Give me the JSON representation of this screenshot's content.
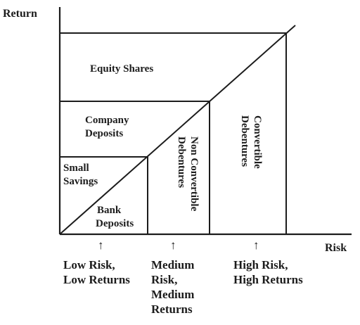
{
  "axes": {
    "y_title": "Return",
    "x_title": "Risk"
  },
  "regions": {
    "equity_shares": "Equity Shares",
    "company_deposits": [
      "Company",
      "Deposits"
    ],
    "small_savings": [
      "Small",
      "Savings"
    ],
    "bank_deposits": [
      "Bank",
      "Deposits"
    ],
    "non_convertible_debentures": [
      "Non Convertible",
      "Debentures"
    ],
    "convertible_debentures": [
      "Convertible",
      "Debentures"
    ]
  },
  "categories": {
    "low": [
      "Low Risk,",
      "Low Returns"
    ],
    "medium": [
      "Medium",
      "Risk,",
      "Medium",
      "Returns"
    ],
    "high": [
      "High Risk,",
      "High Returns"
    ]
  },
  "arrow_glyph": "↑"
}
